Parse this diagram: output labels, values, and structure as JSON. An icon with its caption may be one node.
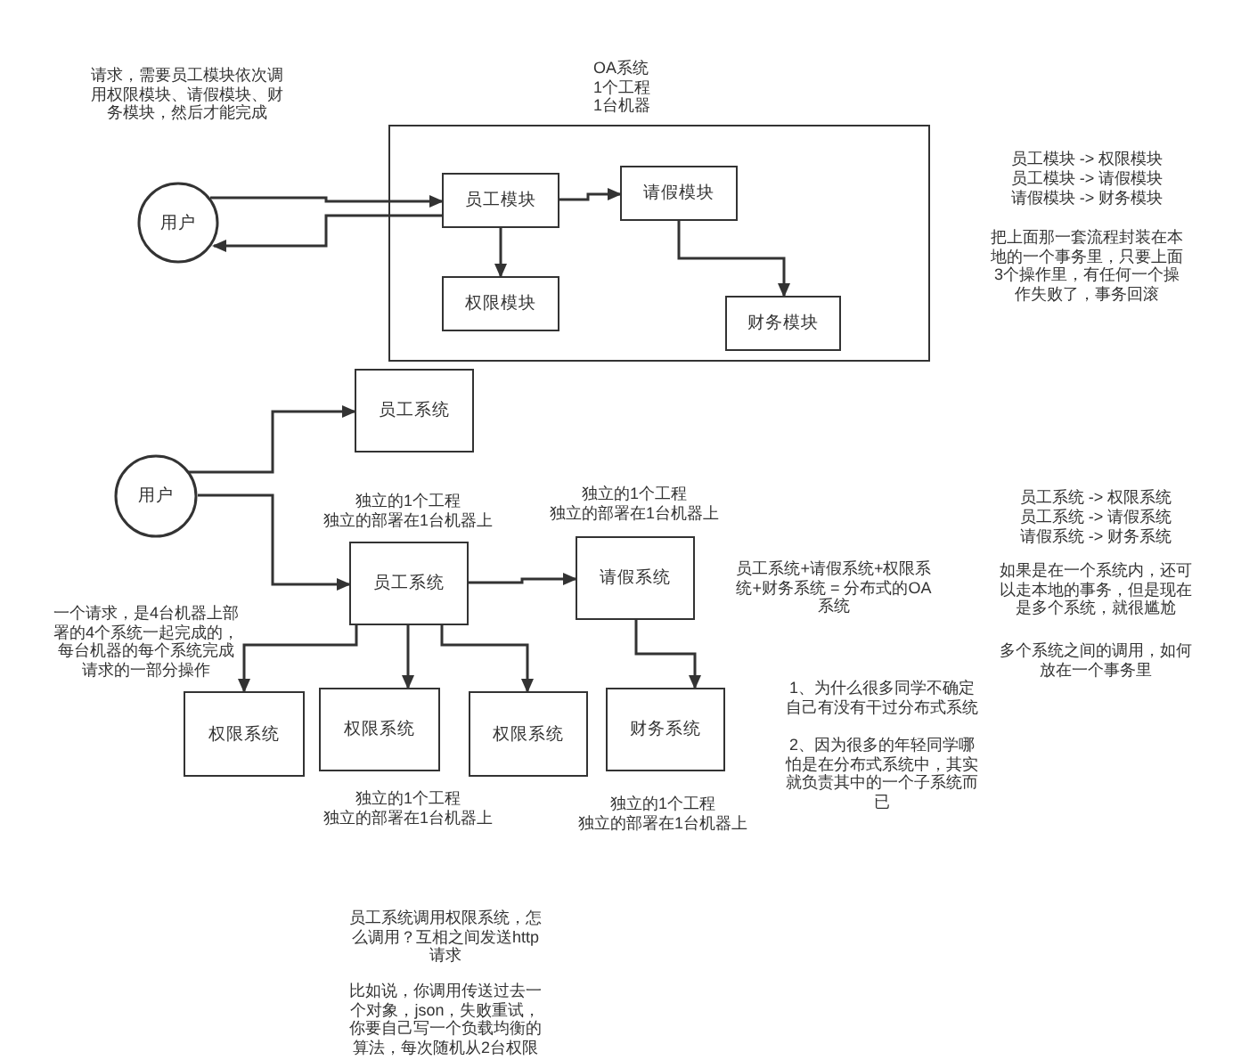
{
  "diagram": {
    "nodes": [
      {
        "text": [
          "OA系统",
          "1个工程",
          "1台机器"
        ]
      },
      {
        "text": [
          "用户"
        ]
      },
      {
        "text": [
          "员工模块"
        ],
        "in": 0
      },
      {
        "text": [
          "权限模块"
        ],
        "in": 0
      },
      {
        "text": [
          "请假模块"
        ],
        "in": 0
      },
      {
        "text": [
          "财务模块"
        ],
        "in": 0
      },
      {
        "text": [
          "用户"
        ]
      },
      {
        "text": [
          "员工系统"
        ]
      },
      {
        "text": [
          "员工系统"
        ],
        "beside": [
          "独立的1个工程",
          "独立的部署在1台机器上"
        ]
      },
      {
        "text": [
          "请假系统"
        ],
        "beside": [
          "独立的1个工程",
          "独立的部署在1台机器上"
        ]
      },
      {
        "text": [
          "权限系统"
        ]
      },
      {
        "text": [
          "权限系统"
        ],
        "beside": [
          "独立的1个工程",
          "独立的部署在1台机器上"
        ]
      },
      {
        "text": [
          "权限系统"
        ]
      },
      {
        "text": [
          "财务系统"
        ],
        "beside": [
          "独立的1个工程",
          "独立的部署在1台机器上"
        ]
      }
    ],
    "edges": [
      {
        "from": 1,
        "to": 2,
        "arrow": "to"
      },
      {
        "from": 2,
        "to": 1,
        "arrow": "to"
      },
      {
        "from": 2,
        "to": 3,
        "arrow": "to"
      },
      {
        "from": 2,
        "to": 4,
        "arrow": "to"
      },
      {
        "from": 4,
        "to": 5,
        "arrow": "to"
      },
      {
        "from": 6,
        "to": 7,
        "arrow": "to"
      },
      {
        "from": 6,
        "to": 8,
        "arrow": "to"
      },
      {
        "from": 8,
        "to": 9,
        "arrow": "to"
      },
      {
        "from": 8,
        "to": 10,
        "arrow": "to"
      },
      {
        "from": 8,
        "to": 11,
        "arrow": "to"
      },
      {
        "from": 8,
        "to": 12,
        "arrow": "to"
      },
      {
        "from": 9,
        "to": 13,
        "arrow": "to"
      }
    ],
    "labels": [
      "请求，需要员工模块依次调用权限模块、请假模块、财务模块，然后才能完成",
      "员工模块 -> 权限模块",
      "员工模块 -> 请假模块",
      "请假模块 -> 财务模块",
      "把上面那一套流程封装在本地的一个事务里，只要上面3个操作里，有任何一个操作失败了，事务回滚",
      "员工系统 -> 权限系统",
      "员工系统 -> 请假系统",
      "请假系统 -> 财务系统",
      "一个请求，是4台机器上部署的4个系统一起完成的，每台机器的每个系统完成请求的一部分操作",
      "员工系统+请假系统+权限系统+财务系统 = 分布式的OA系统",
      "如果是在一个系统内，还可以走本地的事务，但是现在是多个系统，就很尴尬",
      "多个系统之间的调用，如何放在一个事务里",
      "1、为什么很多同学不确定自己有没有干过分布式系统",
      "2、因为很多的年轻同学哪怕是在分布式系统中，其实就负责其中的一个子系统而已",
      "员工系统调用权限系统，怎么调用？互相之间发送http请求",
      "比如说，你调用传送过去一个对象，json，失败重试，你要自己写一个负载均衡的算法，每次随机从2台权限"
    ]
  }
}
